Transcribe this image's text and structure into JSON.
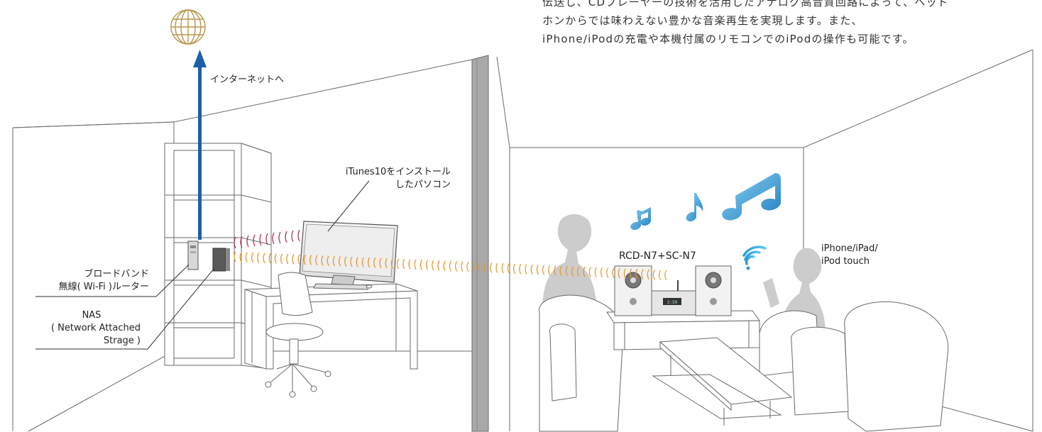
{
  "intro_lines": [
    "伝送し、CDプレーヤーの技術を活用したアナログ高音質回路によって、ヘッド",
    "ホンからでは味わえない豊かな音楽再生を実現します。また、",
    "iPhone/iPodの充電や本機付属のリモコンでのiPodの操作も可能です。"
  ],
  "labels": {
    "internet": "インターネットへ",
    "pc_line1": "iTunes10をインストール",
    "pc_line2": "したパソコン",
    "router_line1": "ブロードバンド",
    "router_line2": "無線( Wi-Fi )ルーター",
    "nas_line1": "NAS",
    "nas_line2": "( Network Attached",
    "nas_line3": "Strage )",
    "stereo": "RCD-N7+SC-N7",
    "phone_line1": "iPhone/iPad/",
    "phone_line2": "iPod touch",
    "stereo_display": "2:59"
  },
  "icons": [
    "globe-icon",
    "music-note-icon",
    "wifi-icon"
  ],
  "colors": {
    "internet_arrow": "#1f5fa8",
    "wifi_pc": "#b0304a",
    "wifi_stereo": "#e8952a",
    "globe": "#b8964e",
    "note_blue": "#3aa5dc",
    "silhouette": "#c8c8c8"
  }
}
